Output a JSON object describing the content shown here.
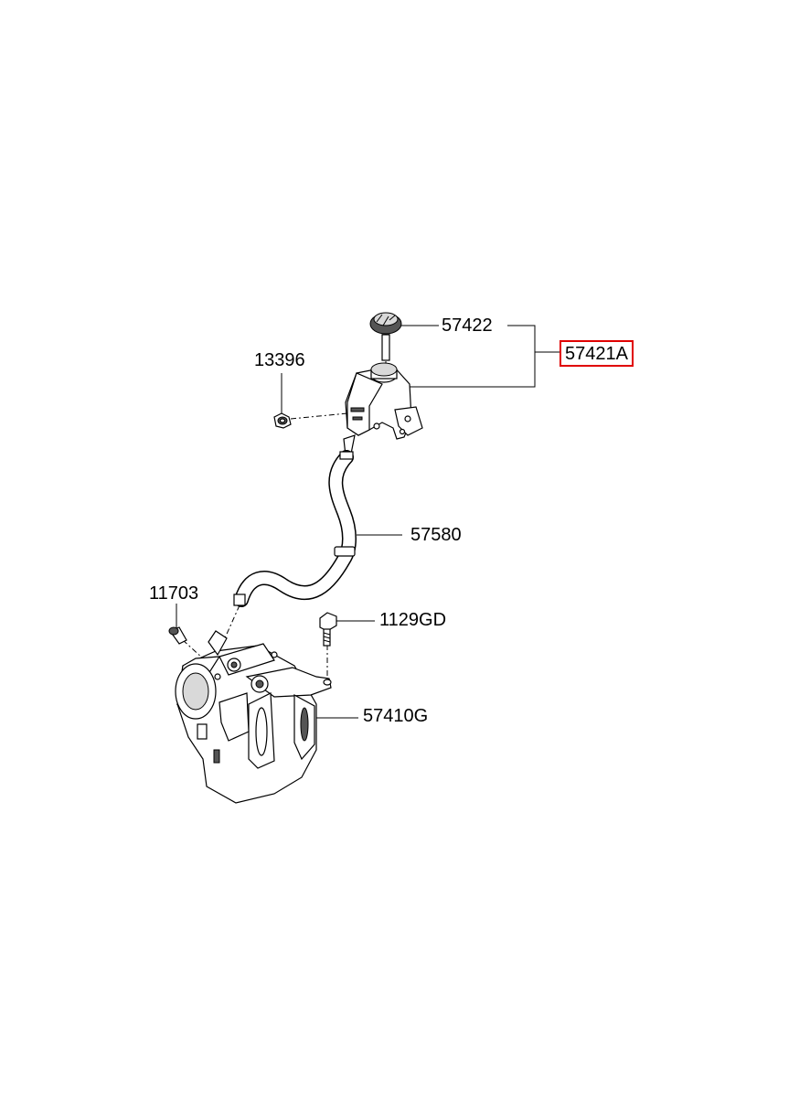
{
  "labels": {
    "cap": "57422",
    "reservoir": "57421A",
    "nut": "13396",
    "hose": "57580",
    "fitting": "11703",
    "bolt": "1129GD",
    "pump": "57410G"
  },
  "colors": {
    "highlight": "#e00000",
    "line": "#000000",
    "background": "#ffffff"
  }
}
